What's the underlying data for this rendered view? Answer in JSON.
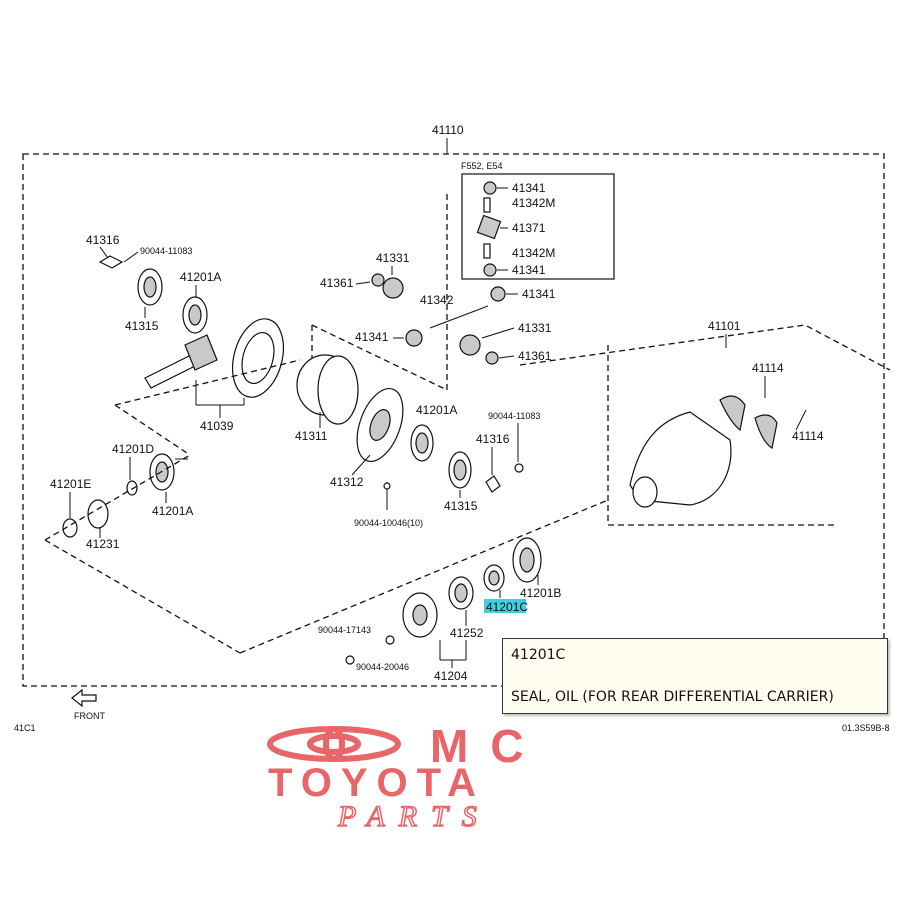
{
  "labels": {
    "assembly": "41110",
    "box_header": "F552, E54",
    "box_41341_top": "41341",
    "box_41342M_top": "41342M",
    "box_41371": "41371",
    "box_41342M_bot": "41342M",
    "box_41341_bot": "41341",
    "p41316_top": "41316",
    "p9004A_top": "90044-11083",
    "p41201A_top": "41201A",
    "p41315_top": "41315",
    "p41039": "41039",
    "p41361_left": "41361",
    "p41331_top": "41331",
    "p41342": "41342",
    "p41341_mid": "41341",
    "p41341_left": "41341",
    "p41331_right": "41331",
    "p41361_right": "41361",
    "p41311": "41311",
    "p41201A_mid": "41201A",
    "p9004A_mid": "90044-11083",
    "p41316_mid": "41316",
    "p41312": "41312",
    "p41315_mid": "41315",
    "p90044_bolt": "90044-10046(10)",
    "p41201D": "41201D",
    "p41201E": "41201E",
    "p41201A_low": "41201A",
    "p41231": "41231",
    "p41101": "41101",
    "p41114_top": "41114",
    "p41114_right": "41114",
    "p41201B": "41201B",
    "p41201C": "41201C",
    "p41252": "41252",
    "p90044_17143": "90044-17143",
    "p90044_20046": "90044-20046",
    "p41204": "41204",
    "front": "FRONT",
    "corner_left": "41C1",
    "corner_right": "01.3S59B-8"
  },
  "tooltip": {
    "code": "41201C",
    "description": "SEAL, OIL (FOR REAR DIFFERENTIAL CARRIER)"
  },
  "brand": {
    "line1": "MC",
    "line2": "TOYOTA",
    "line3": "PARTS",
    "color": "#e8666a"
  },
  "highlight_color": "#3fd0e0"
}
